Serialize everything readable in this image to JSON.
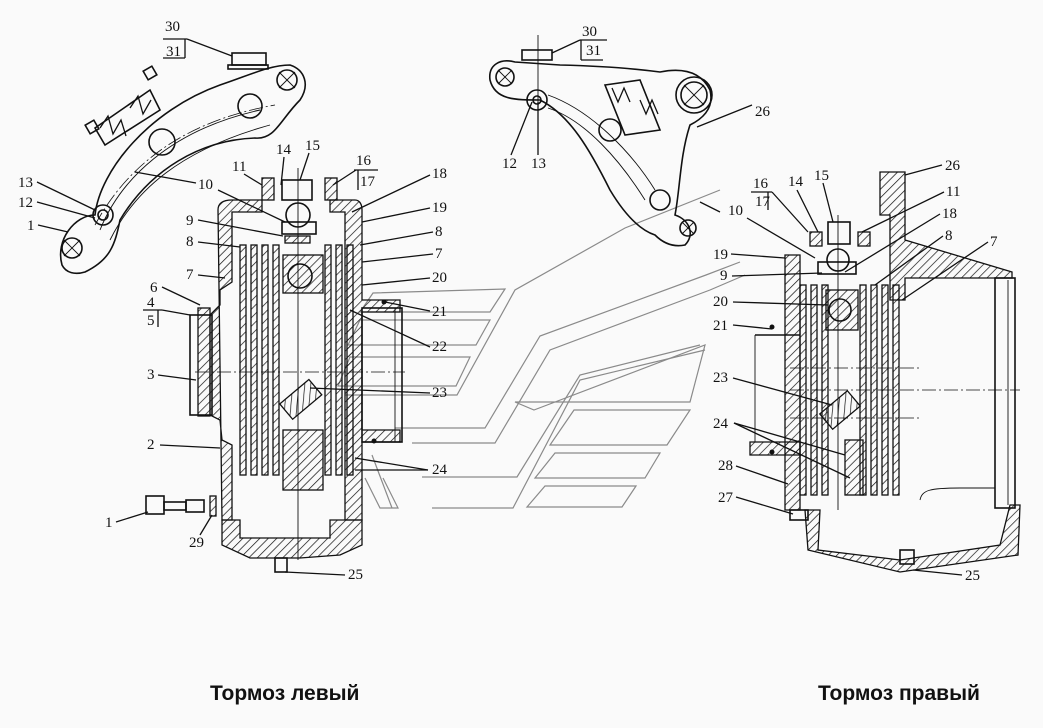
{
  "diagram": {
    "title_left": "Тормоз левый",
    "title_right": "Тормоз правый",
    "left_brake": {
      "labels": [
        {
          "id": "30",
          "text": "30"
        },
        {
          "id": "31",
          "text": "31"
        },
        {
          "id": "13",
          "text": "13"
        },
        {
          "id": "12",
          "text": "12"
        },
        {
          "id": "1a",
          "text": "1"
        },
        {
          "id": "10",
          "text": "10"
        },
        {
          "id": "11",
          "text": "11"
        },
        {
          "id": "14",
          "text": "14"
        },
        {
          "id": "15",
          "text": "15"
        },
        {
          "id": "16",
          "text": "16"
        },
        {
          "id": "17",
          "text": "17"
        },
        {
          "id": "18",
          "text": "18"
        },
        {
          "id": "19",
          "text": "19"
        },
        {
          "id": "9",
          "text": "9"
        },
        {
          "id": "8a",
          "text": "8"
        },
        {
          "id": "8b",
          "text": "8"
        },
        {
          "id": "7a",
          "text": "7"
        },
        {
          "id": "7b",
          "text": "7"
        },
        {
          "id": "20",
          "text": "20"
        },
        {
          "id": "6",
          "text": "6"
        },
        {
          "id": "4",
          "text": "4"
        },
        {
          "id": "5",
          "text": "5"
        },
        {
          "id": "21",
          "text": "21"
        },
        {
          "id": "22",
          "text": "22"
        },
        {
          "id": "3",
          "text": "3"
        },
        {
          "id": "23",
          "text": "23"
        },
        {
          "id": "2",
          "text": "2"
        },
        {
          "id": "24",
          "text": "24"
        },
        {
          "id": "1b",
          "text": "1"
        },
        {
          "id": "29",
          "text": "29"
        },
        {
          "id": "25",
          "text": "25"
        }
      ]
    },
    "right_brake": {
      "labels": [
        {
          "id": "30",
          "text": "30"
        },
        {
          "id": "31",
          "text": "31"
        },
        {
          "id": "26a",
          "text": "26"
        },
        {
          "id": "12",
          "text": "12"
        },
        {
          "id": "13",
          "text": "13"
        },
        {
          "id": "26b",
          "text": "26"
        },
        {
          "id": "16",
          "text": "16"
        },
        {
          "id": "17",
          "text": "17"
        },
        {
          "id": "14",
          "text": "14"
        },
        {
          "id": "15",
          "text": "15"
        },
        {
          "id": "11",
          "text": "11"
        },
        {
          "id": "10",
          "text": "10"
        },
        {
          "id": "18",
          "text": "18"
        },
        {
          "id": "8",
          "text": "8"
        },
        {
          "id": "7",
          "text": "7"
        },
        {
          "id": "19",
          "text": "19"
        },
        {
          "id": "9",
          "text": "9"
        },
        {
          "id": "20",
          "text": "20"
        },
        {
          "id": "21",
          "text": "21"
        },
        {
          "id": "23",
          "text": "23"
        },
        {
          "id": "24",
          "text": "24"
        },
        {
          "id": "28",
          "text": "28"
        },
        {
          "id": "27",
          "text": "27"
        },
        {
          "id": "25",
          "text": "25"
        }
      ]
    }
  }
}
